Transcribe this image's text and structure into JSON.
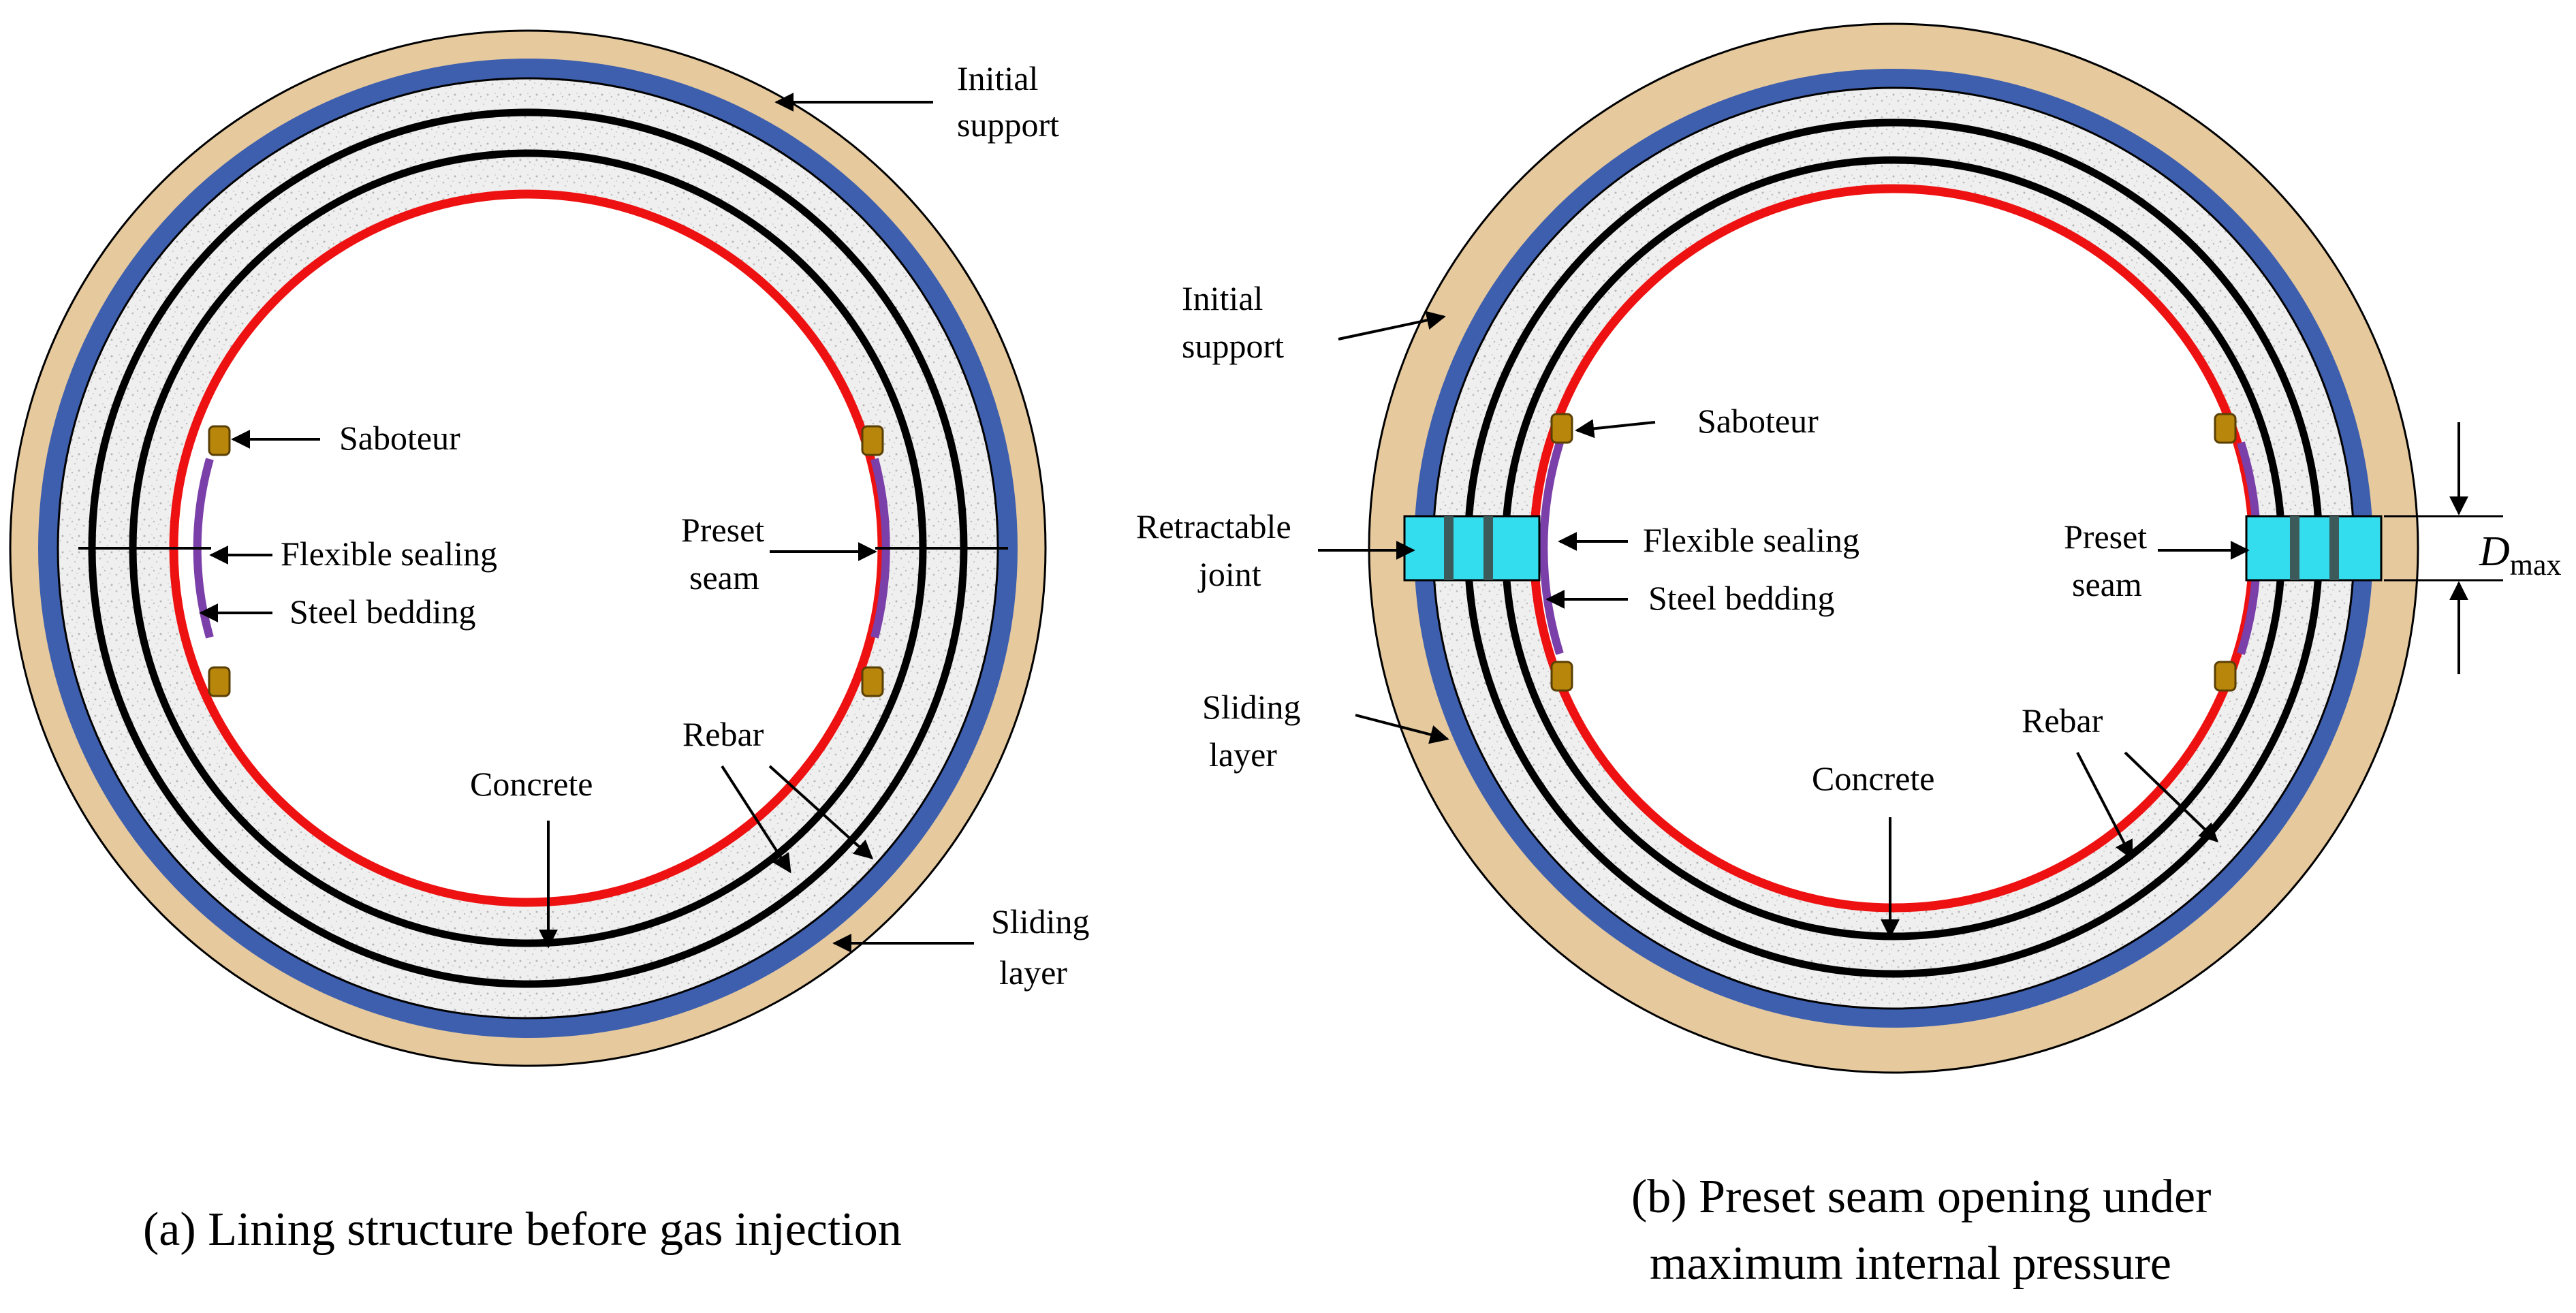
{
  "colors": {
    "initial_support": "#E6C99D",
    "sliding_layer": "#3E5FAE",
    "concrete": "#EEEEEE",
    "rebar": "#000000",
    "steel_bedding": "#EE1111",
    "flexible_sealing": "#7A3FA8",
    "saboteur": "#B8860B",
    "retractable_joint": "#33DDEE"
  },
  "panel_a": {
    "caption": "(a) Lining structure before gas injection",
    "labels": {
      "initial_support": [
        "Initial",
        "support"
      ],
      "saboteur": "Saboteur",
      "flexible_sealing": "Flexible sealing",
      "steel_bedding": "Steel bedding",
      "preset_seam": [
        "Preset",
        "seam"
      ],
      "concrete": "Concrete",
      "rebar": "Rebar",
      "sliding_layer": [
        "Sliding",
        "layer"
      ]
    }
  },
  "panel_b": {
    "caption": [
      "(b) Preset seam opening under",
      "maximum internal pressure"
    ],
    "labels": {
      "initial_support": [
        "Initial",
        "support"
      ],
      "saboteur": "Saboteur",
      "retractable_joint": [
        "Retractable",
        "joint"
      ],
      "flexible_sealing": "Flexible sealing",
      "steel_bedding": "Steel bedding",
      "preset_seam": [
        "Preset",
        "seam"
      ],
      "concrete": "Concrete",
      "rebar": "Rebar",
      "sliding_layer": [
        "Sliding",
        "layer"
      ],
      "dmax_symbol": "D",
      "dmax_subscript": "max"
    }
  }
}
